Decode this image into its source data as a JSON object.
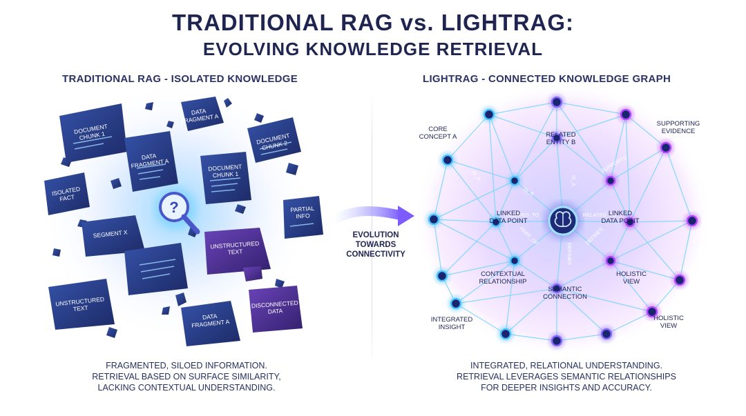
{
  "title": {
    "line1": "TRADITIONAL RAG vs. LIGHTRAG:",
    "line2": "EVOLVING KNOWLEDGE RETRIEVAL"
  },
  "left": {
    "heading": "TRADITIONAL RAG - ISOLATED KNOWLEDGE",
    "fragments": [
      {
        "lines": [
          "DOCUMENT",
          "CHUNK 1"
        ]
      },
      {
        "lines": [
          "DATA",
          "FRAGMENT A"
        ]
      },
      {
        "lines": [
          "DATA",
          "FRAGMENT A"
        ]
      },
      {
        "lines": [
          "DOCUMENT",
          "CHUNK 2"
        ]
      },
      {
        "lines": [
          "DOCUMENT",
          "CHUNK 1"
        ]
      },
      {
        "lines": [
          "ISOLATED",
          "FACT"
        ]
      },
      {
        "lines": [
          "SEGMENT X"
        ]
      },
      {
        "lines": [
          "PARTIAL",
          "INFO"
        ]
      },
      {
        "lines": [
          "UNSTRUCTURED",
          "TEXT"
        ]
      },
      {
        "lines": [
          "UNSTRUCTURED",
          "TEXT"
        ]
      },
      {
        "lines": [
          "DATA",
          "FRAGMENT A"
        ]
      },
      {
        "lines": [
          "DISCONNECTED",
          "DATA"
        ]
      }
    ],
    "caption": [
      "FRAGMENTED, SILOED INFORMATION.",
      "RETRIEVAL BASED ON SURFACE SIMILARITY,",
      "LACKING CONTEXTUAL UNDERSTANDING."
    ]
  },
  "middle": {
    "label": [
      "EVOLUTION",
      "TOWARDS",
      "CONNECTIVITY"
    ]
  },
  "right": {
    "heading": "LIGHTRAG - CONNECTED KNOWLEDGE GRAPH",
    "node_labels": [
      {
        "lines": [
          "CORE",
          "CONCEPT A"
        ]
      },
      {
        "lines": [
          "RELATED",
          "ENTITY B"
        ]
      },
      {
        "lines": [
          "SUPPORTING",
          "EVIDENCE"
        ]
      },
      {
        "lines": [
          "LINKED",
          "DATA POINT"
        ]
      },
      {
        "lines": [
          "LINKED",
          "DATA POINT"
        ]
      },
      {
        "lines": [
          "CONTEXTUAL",
          "RELATIONSHIP"
        ]
      },
      {
        "lines": [
          "SEMANTIC",
          "CONNECTION"
        ]
      },
      {
        "lines": [
          "HOLISTIC",
          "VIEW"
        ]
      },
      {
        "lines": [
          "INTEGRATED",
          "INSIGHT"
        ]
      },
      {
        "lines": [
          "HOLISTIC",
          "VIEW"
        ]
      }
    ],
    "edge_labels": [
      "IS_A",
      "IS_A",
      "IS_A",
      "SUPPORTS",
      "RELATED_TO",
      "RELATED_TO",
      "PART_OF",
      "DEFINES",
      "DEFINES",
      "RELAT"
    ],
    "caption": [
      "INTEGRATED, RELATIONAL UNDERSTANDING.",
      "RETRIEVAL LEVERAGES SEMANTIC RELATIONSHIPS",
      "FOR DEEPER INSIGHTS AND ACCURACY."
    ]
  },
  "colors": {
    "title": "#1f2550",
    "fragment_blue": "#26357a",
    "fragment_purple": "#4a2f8a",
    "glow_blue": "#4cc3ff",
    "glow_purple": "#b54cff",
    "graph_line": "#7fd6ff"
  }
}
